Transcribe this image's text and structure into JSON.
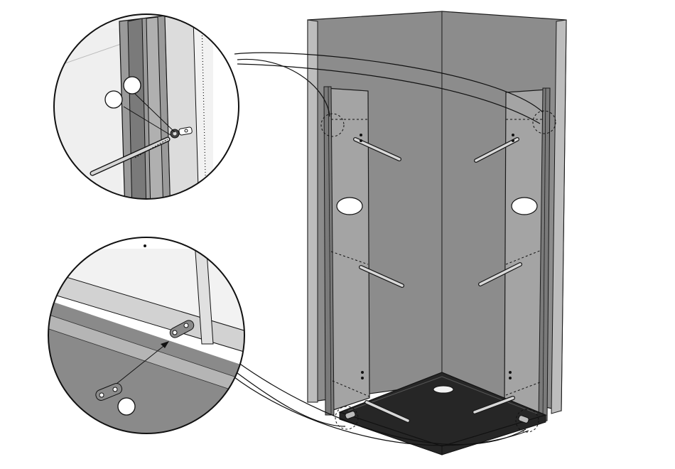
{
  "diagram": {
    "kind": "assembly-instruction",
    "colors": {
      "wall": "#8c8c8c",
      "wall_side": "#bdbdbd",
      "panel": "#a4a4a4",
      "tray": "#262626",
      "outline": "#1a1a1a",
      "detail_bg": "#e6e6e6",
      "frame": "#7a7a7a"
    },
    "callouts": [
      {
        "id": "callout-top-left",
        "label": ""
      },
      {
        "id": "callout-top-right",
        "label": ""
      },
      {
        "id": "callout-bottom",
        "label": ""
      },
      {
        "id": "callout-glass-left",
        "label": ""
      },
      {
        "id": "callout-glass-right",
        "label": ""
      }
    ],
    "icons": [
      "screw-icon",
      "washer-icon",
      "wall-plug-icon",
      "hinge-plate-icon",
      "drain-icon"
    ]
  }
}
